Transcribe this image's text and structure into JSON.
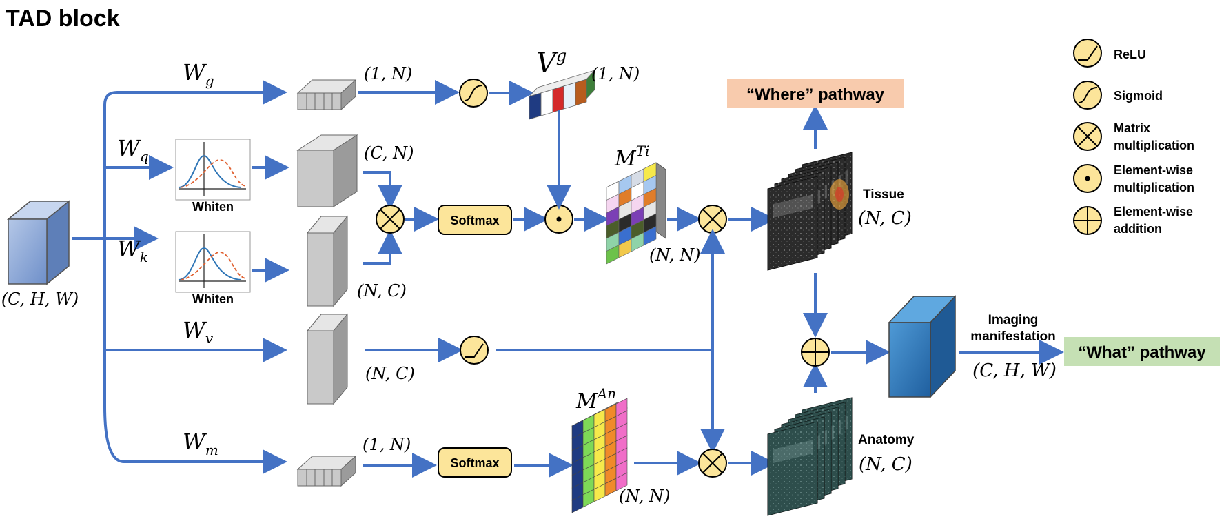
{
  "title": "TAD block",
  "weights": {
    "g": {
      "base": "W",
      "sub": "g"
    },
    "q": {
      "base": "W",
      "sub": "q"
    },
    "k": {
      "base": "W",
      "sub": "k"
    },
    "v": {
      "base": "W",
      "sub": "v"
    },
    "m": {
      "base": "W",
      "sub": "m"
    }
  },
  "shapes": {
    "input": "(C, H, W)",
    "g_vec": "(1, N)",
    "vg_out": "(1, N)",
    "q_out": "(C, N)",
    "k_out": "(N, C)",
    "v_out": "(N, C)",
    "m_vec": "(1, N)",
    "mti": "(N, N)",
    "man": "(N, N)",
    "tissue": "(N, C)",
    "anatomy": "(N, C)",
    "output": "(C, H, W)"
  },
  "matrices": {
    "vg": {
      "base": "V",
      "sup": "g"
    },
    "mti": {
      "base": "M",
      "sup": "Ti"
    },
    "man": {
      "base": "M",
      "sup": "An"
    }
  },
  "labels": {
    "whiten": "Whiten",
    "softmax": "Softmax",
    "tissue": "Tissue",
    "anatomy": "Anatomy",
    "imaging_line1": "Imaging",
    "imaging_line2": "manifestation"
  },
  "pathways": {
    "where": "“Where” pathway",
    "what": "“What” pathway"
  },
  "legend": [
    {
      "icon": "relu-icon",
      "label_lines": [
        "ReLU"
      ]
    },
    {
      "icon": "sigmoid-icon",
      "label_lines": [
        "Sigmoid"
      ]
    },
    {
      "icon": "matrix-multiplication-icon",
      "label_lines": [
        "Matrix",
        "multiplication"
      ]
    },
    {
      "icon": "elementwise-multiplication-icon",
      "label_lines": [
        "Element-wise",
        "multiplication"
      ]
    },
    {
      "icon": "elementwise-addition-icon",
      "label_lines": [
        "Element-wise",
        "addition"
      ]
    }
  ],
  "colors": {
    "arrow": "#4472C4",
    "operator": "#FCE59A",
    "where_bg": "#F8CBAD",
    "what_bg": "#C5E0B4",
    "gray_block": "#C9C9C9"
  }
}
